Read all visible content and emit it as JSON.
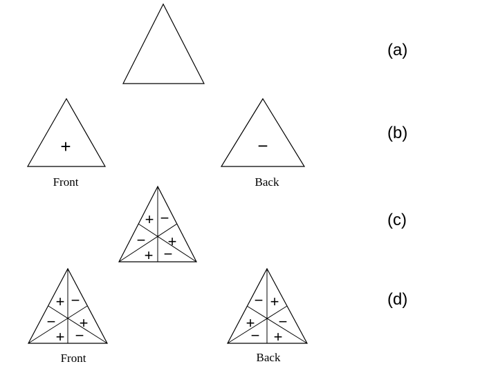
{
  "panels": {
    "a": {
      "label": "(a)"
    },
    "b": {
      "label": "(b)",
      "front_caption": "Front",
      "back_caption": "Back",
      "front_sign": "+",
      "back_sign": "−"
    },
    "c": {
      "label": "(c)",
      "signs": [
        "+",
        "−",
        "−",
        "+",
        "+",
        "−"
      ]
    },
    "d": {
      "label": "(d)",
      "front_caption": "Front",
      "back_caption": "Back",
      "front_signs": [
        "+",
        "−",
        "−",
        "+",
        "+",
        "−"
      ],
      "back_signs": [
        "−",
        "+",
        "+",
        "−",
        "−",
        "+"
      ]
    }
  }
}
